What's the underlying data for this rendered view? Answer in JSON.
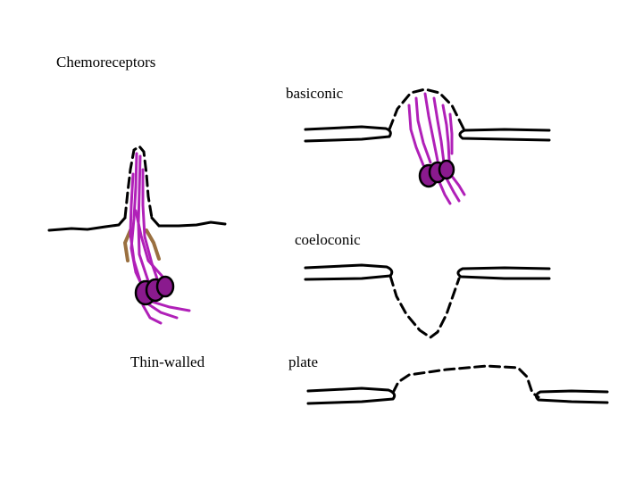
{
  "slide": {
    "title": "Chemoreceptors",
    "labels": {
      "basiconic": "basiconic",
      "coeloconic": "coeloconic",
      "thin_walled": "Thin-walled",
      "plate": "plate"
    }
  },
  "colors": {
    "background": "#ffffff",
    "cuticle": "#000000",
    "dendrites": "#b020b8",
    "neuron_bodies": "#8a1a8e",
    "socket": "#9a7040"
  }
}
